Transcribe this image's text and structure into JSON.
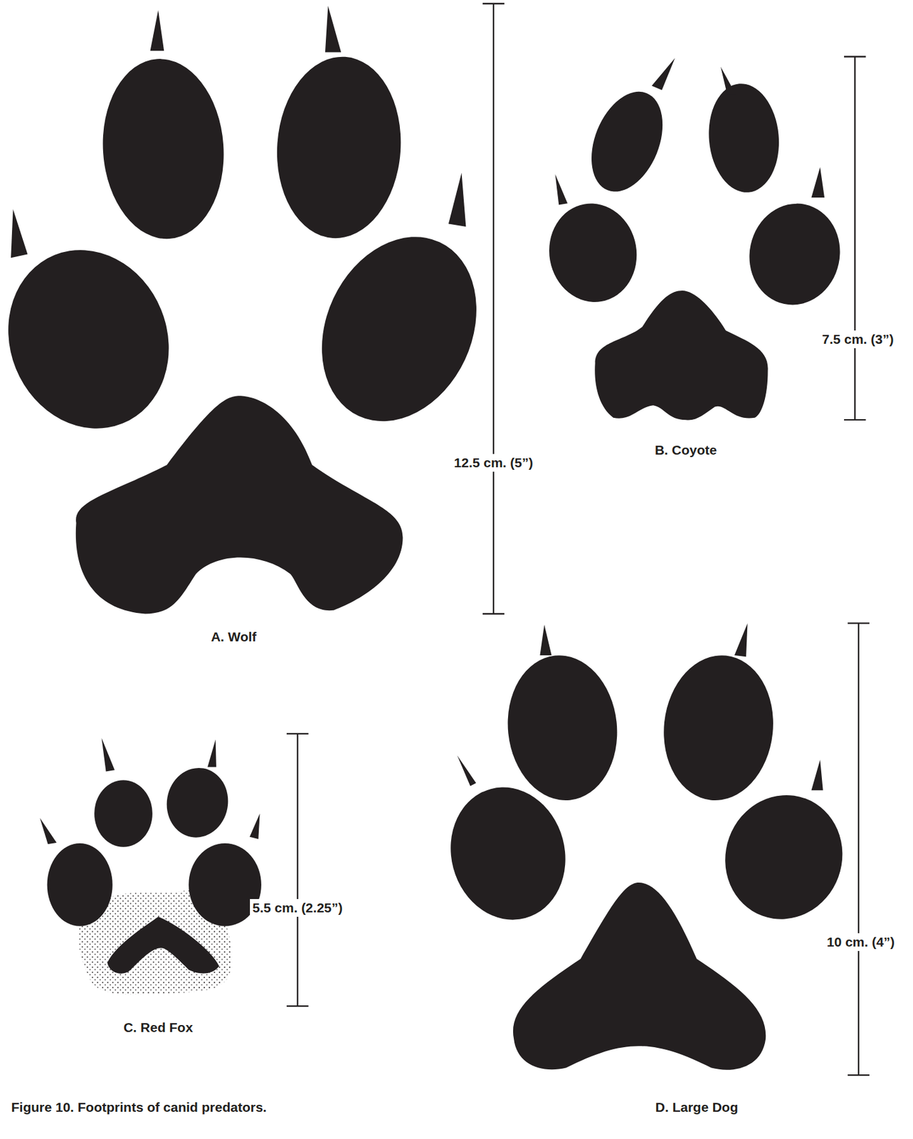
{
  "diagram": {
    "caption": "Figure 10. Footprints of canid predators.",
    "labels": [
      "A. Wolf",
      "12.5 cm. (5”)",
      "B. Coyote",
      "7.5 cm. (3”)",
      "C. Red Fox",
      "5.5 cm. (2.25”)",
      "D. Large Dog",
      "10 cm. (4”)"
    ]
  }
}
